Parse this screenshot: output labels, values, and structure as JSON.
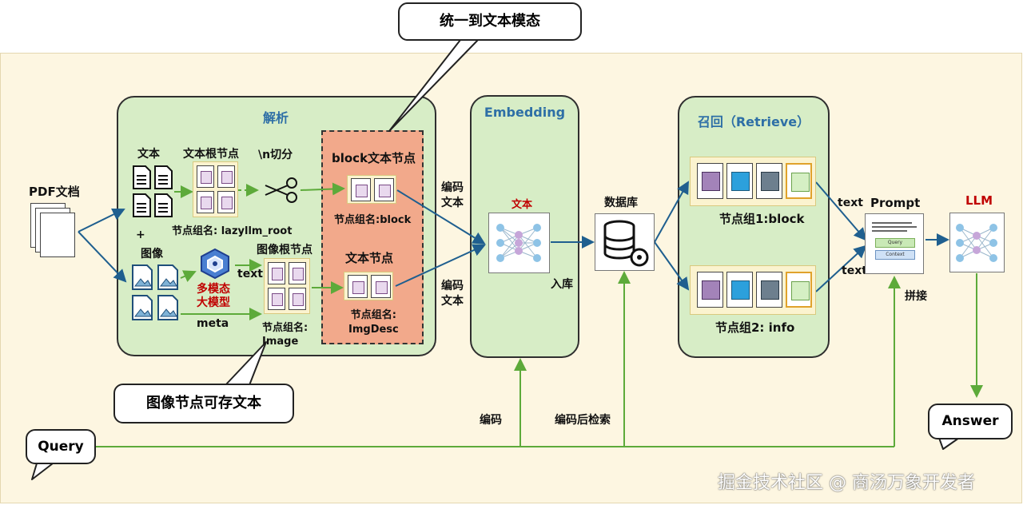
{
  "callouts": {
    "top": "统一到文本模态",
    "bottom": "图像节点可存文本",
    "query": "Query",
    "answer": "Answer"
  },
  "panels": {
    "parse": "解析",
    "embedding": "Embedding",
    "retrieve": "召回（Retrieve）"
  },
  "labels": {
    "pdf": "PDF文档",
    "text": "文本",
    "text_root": "文本根节点",
    "split": "\\n切分",
    "block_node": "block文本节点",
    "group_lazyllm": "节点组名: lazyllm_root",
    "group_block": "节点组名:block",
    "plus": "+",
    "image": "图像",
    "mm_model": "多模态\n大模型",
    "text_out": "text",
    "meta": "meta",
    "image_root": "图像根节点",
    "group_image": "节点组名:\nImage",
    "text_node": "文本节点",
    "group_imgdesc": "节点组名:\nImgDesc",
    "encode_text_1": "编码\n文本",
    "encode_text_2": "编码\n文本",
    "emb_text": "文本",
    "into_db": "入库",
    "database": "数据库",
    "group1": "节点组1:block",
    "group2": "节点组2: info",
    "text_a": "text",
    "text_b": "text",
    "prompt": "Prompt",
    "prompt_query": "Query",
    "prompt_context": "Context",
    "concat": "拼接",
    "llm": "LLM",
    "encode": "编码",
    "encode_search": "编码后检索"
  },
  "watermark": "掘金技术社区 @ 商汤万象开发者",
  "colors": {
    "panel_green": "#d7edc6",
    "block_orange": "#f2a98b",
    "arrow_blue": "#1f5f8f",
    "arrow_green": "#5daa3a",
    "title_blue": "#2e6fa6",
    "accent_red": "#c00000"
  }
}
